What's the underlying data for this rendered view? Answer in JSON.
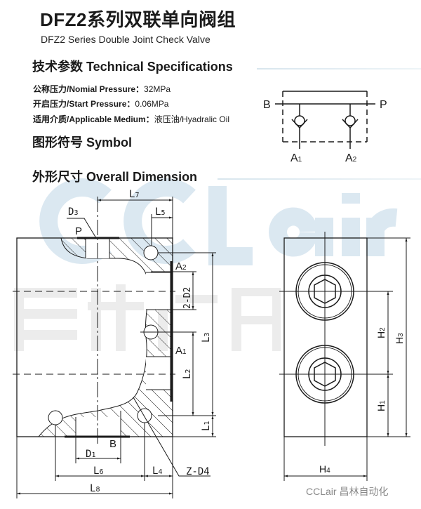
{
  "header": {
    "title": "DFZ2系列双联单向阀组",
    "subtitle": "DFZ2 Series Double Joint Check Valve"
  },
  "sections": {
    "specs": "技术参数 Technical Specifications",
    "symbol": "图形符号 Symbol",
    "dimension": "外形尺寸 Overall Dimension"
  },
  "specs": [
    {
      "label": "公称压力/Nomial Pressure：",
      "value": "32MPa"
    },
    {
      "label": "开启压力/Start Pressure：",
      "value": "0.06MPa"
    },
    {
      "label": "适用介质/Applicable Medium：",
      "value": "液压油/Hyadralic Oil"
    }
  ],
  "symbol": {
    "B": "B",
    "P": "P",
    "A1": {
      "base": "A",
      "sub": "1"
    },
    "A2": {
      "base": "A",
      "sub": "2"
    }
  },
  "drawing": {
    "P": "P",
    "B": "B",
    "A1": {
      "base": "A",
      "sub": "1"
    },
    "A2": {
      "base": "A",
      "sub": "2"
    },
    "D1": {
      "base": "D",
      "sub": "1"
    },
    "D3": {
      "base": "D",
      "sub": "3"
    },
    "D2": "2-D2",
    "D4": "Z-D4",
    "L1": {
      "base": "L",
      "sub": "1"
    },
    "L2": {
      "base": "L",
      "sub": "2"
    },
    "L3": {
      "base": "L",
      "sub": "3"
    },
    "L4": {
      "base": "L",
      "sub": "4"
    },
    "L5": {
      "base": "L",
      "sub": "5"
    },
    "L6": {
      "base": "L",
      "sub": "6"
    },
    "L7": {
      "base": "L",
      "sub": "7"
    },
    "L8": {
      "base": "L",
      "sub": "8"
    },
    "H1": {
      "base": "H",
      "sub": "1"
    },
    "H2": {
      "base": "H",
      "sub": "2"
    },
    "H3": {
      "base": "H",
      "sub": "3"
    },
    "H4": {
      "base": "H",
      "sub": "4"
    }
  },
  "watermark": {
    "brand": "CCLair",
    "cn": "昌林自动化"
  },
  "footer": "CCLair 昌林自动化",
  "colors": {
    "line": "#1a1a1a",
    "watermark_blue": "#cfe1ee",
    "watermark_grey": "#e4e4e4"
  }
}
